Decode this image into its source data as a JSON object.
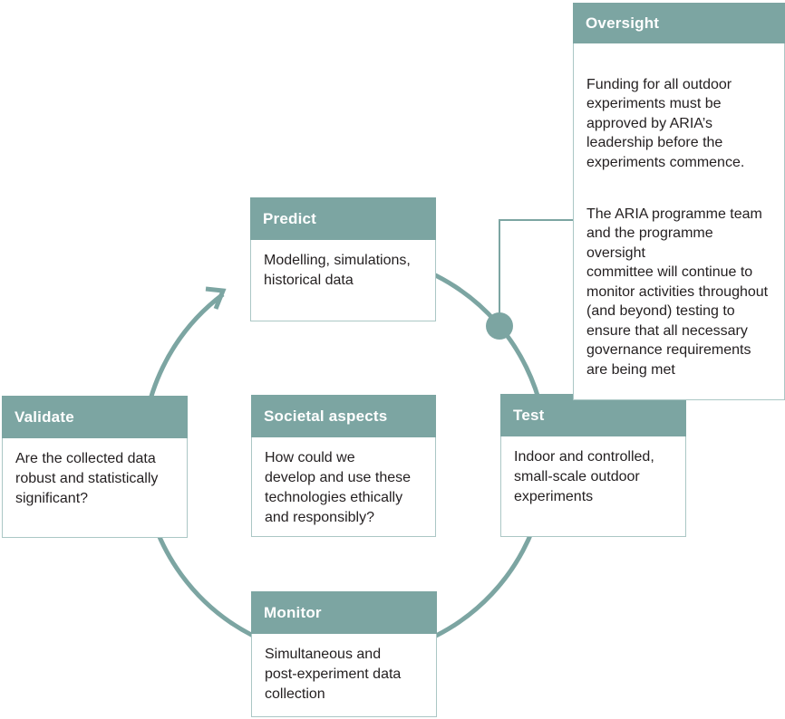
{
  "colors": {
    "teal": "#7CA5A2",
    "box_border": "#ABC7C5",
    "body_text": "#231F20",
    "header_text": "#FFFFFF",
    "background": "#FFFFFF"
  },
  "cycle": {
    "predict": {
      "title": "Predict",
      "body": "Modelling, simulations,\nhistorical data"
    },
    "test": {
      "title": "Test",
      "body": "Indoor and controlled,\nsmall-scale outdoor\nexperiments"
    },
    "monitor": {
      "title": "Monitor",
      "body": "Simultaneous and\npost-experiment data\ncollection"
    },
    "validate": {
      "title": "Validate",
      "body": "Are the collected data\nrobust and statistically\nsignificant?"
    },
    "societal": {
      "title": "Societal aspects",
      "body": "How could we\ndevelop and use these\ntechnologies ethically\nand responsibly?"
    }
  },
  "oversight": {
    "title": "Oversight",
    "paragraph1": "Funding for all outdoor\nexperiments must be\napproved by ARIA’s\nleadership before the\nexperiments commence.",
    "paragraph2": "The ARIA programme team\nand the programme oversight\ncommittee will continue to\nmonitor activities throughout\n(and beyond) testing to\nensure that all necessary\ngovernance requirements\nare being met"
  }
}
